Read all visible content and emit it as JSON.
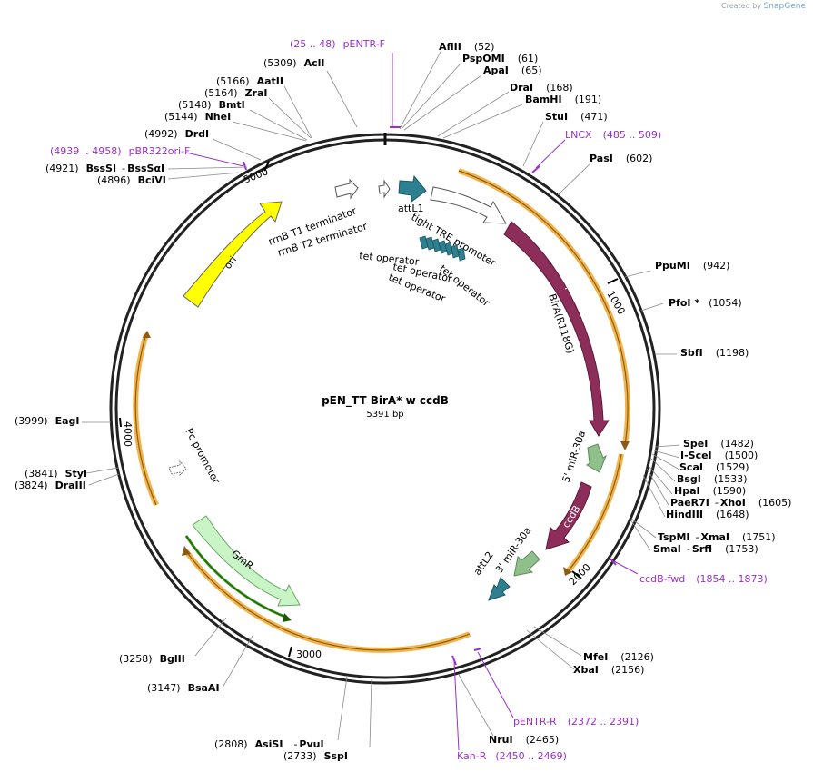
{
  "credit": {
    "created_by": "Created by",
    "brand": "SnapGene"
  },
  "plasmid": {
    "name": "pEN_TT BirA* w ccdB",
    "size": "5391 bp"
  },
  "ticks": [
    "1000",
    "2000",
    "3000",
    "4000",
    "5000"
  ],
  "features": {
    "ori": "ori",
    "rrnb_t1": "rrnB T1 terminator",
    "rrnb_t2": "rrnB T2 terminator",
    "attl1": "attL1",
    "tight_tre": "tight TRE promoter",
    "tet_op1": "tet operator",
    "tet_op2": "tet operator",
    "tet_op3": "tet operator",
    "tet_op4": "tet operator",
    "bira": "BirA(R118G)",
    "mir5": "5' miR-30a",
    "ccdb": "ccdB",
    "mir3": "3' miR-30a",
    "attl2": "attL2",
    "pc_promoter": "Pc promoter",
    "gmr": "GmR"
  },
  "sites": {
    "pentr_f": {
      "pos": "(25 .. 48)",
      "name": "pENTR-F"
    },
    "acli": {
      "pos": "(5309)",
      "name": "AclI"
    },
    "aflii": {
      "name": "AflII",
      "pos": "(52)"
    },
    "pspomi": {
      "name": "PspOMI",
      "pos": "(61)"
    },
    "apai": {
      "name": "ApaI",
      "pos": "(65)"
    },
    "drai": {
      "name": "DraI",
      "pos": "(168)"
    },
    "bamhi": {
      "name": "BamHI",
      "pos": "(191)"
    },
    "stui": {
      "name": "StuI",
      "pos": "(471)"
    },
    "lncx": {
      "name": "LNCX",
      "pos": "(485 .. 509)"
    },
    "pasi": {
      "name": "PasI",
      "pos": "(602)"
    },
    "aatii": {
      "pos": "(5166)",
      "name": "AatII"
    },
    "zrai": {
      "pos": "(5164)",
      "name": "ZraI"
    },
    "bmti": {
      "pos": "(5148)",
      "name": "BmtI"
    },
    "nhei": {
      "pos": "(5144)",
      "name": "NheI"
    },
    "drdi": {
      "pos": "(4992)",
      "name": "DrdI"
    },
    "pbr322": {
      "pos": "(4939 .. 4958)",
      "name": "pBR322ori-F"
    },
    "bsssi": {
      "pos": "(4921)",
      "name": "BssSI",
      "sep": "-",
      "name2": "BssSαI"
    },
    "bcivi": {
      "pos": "(4896)",
      "name": "BciVI"
    },
    "ppumi": {
      "name": "PpuMI",
      "pos": "(942)"
    },
    "pfoi": {
      "name": "PfoI *",
      "pos": "(1054)"
    },
    "sbfi": {
      "name": "SbfI",
      "pos": "(1198)"
    },
    "eagi": {
      "pos": "(3999)",
      "name": "EagI"
    },
    "spei": {
      "name": "SpeI",
      "pos": "(1482)"
    },
    "iscei": {
      "name": "I-SceI",
      "pos": "(1500)"
    },
    "scai": {
      "name": "ScaI",
      "pos": "(1529)"
    },
    "bsgi": {
      "name": "BsgI",
      "pos": "(1533)"
    },
    "hpai": {
      "name": "HpaI",
      "pos": "(1590)"
    },
    "paer7i": {
      "name": "PaeR7I",
      "sep": "-",
      "name2": "XhoI",
      "pos": "(1605)"
    },
    "hindiii": {
      "name": "HindIII",
      "pos": "(1648)"
    },
    "styi": {
      "pos": "(3841)",
      "name": "StyI"
    },
    "draiii": {
      "pos": "(3824)",
      "name": "DraIII"
    },
    "tspmi": {
      "name": "TspMI",
      "sep": "-",
      "name2": "XmaI",
      "pos": "(1751)"
    },
    "smai": {
      "name": "SmaI",
      "sep": "-",
      "name2": "SrfI",
      "pos": "(1753)"
    },
    "ccdb_fwd": {
      "name": "ccdB-fwd",
      "pos": "(1854 .. 1873)"
    },
    "bglii": {
      "pos": "(3258)",
      "name": "BglII"
    },
    "mfei": {
      "name": "MfeI",
      "pos": "(2126)"
    },
    "xbai": {
      "name": "XbaI",
      "pos": "(2156)"
    },
    "bsaai": {
      "pos": "(3147)",
      "name": "BsaAI"
    },
    "pentr_r": {
      "name": "pENTR-R",
      "pos": "(2372 .. 2391)"
    },
    "nrui": {
      "name": "NruI",
      "pos": "(2465)"
    },
    "asisi": {
      "pos": "(2808)",
      "name": "AsiSI",
      "sep": "-",
      "name2": "PvuI"
    },
    "sspi": {
      "pos": "(2733)",
      "name": "SspI"
    },
    "kan_r": {
      "name": "Kan-R",
      "pos": "(2450 .. 2469)"
    }
  },
  "colors": {
    "ori": "#ffff00",
    "attl": "#2e7f90",
    "bira": "#8c2d5a",
    "mir": "#8fbf8a",
    "gmr": "#c9f5c6",
    "orange_arc": "#f2b44a",
    "primer": "#9b30c8"
  }
}
